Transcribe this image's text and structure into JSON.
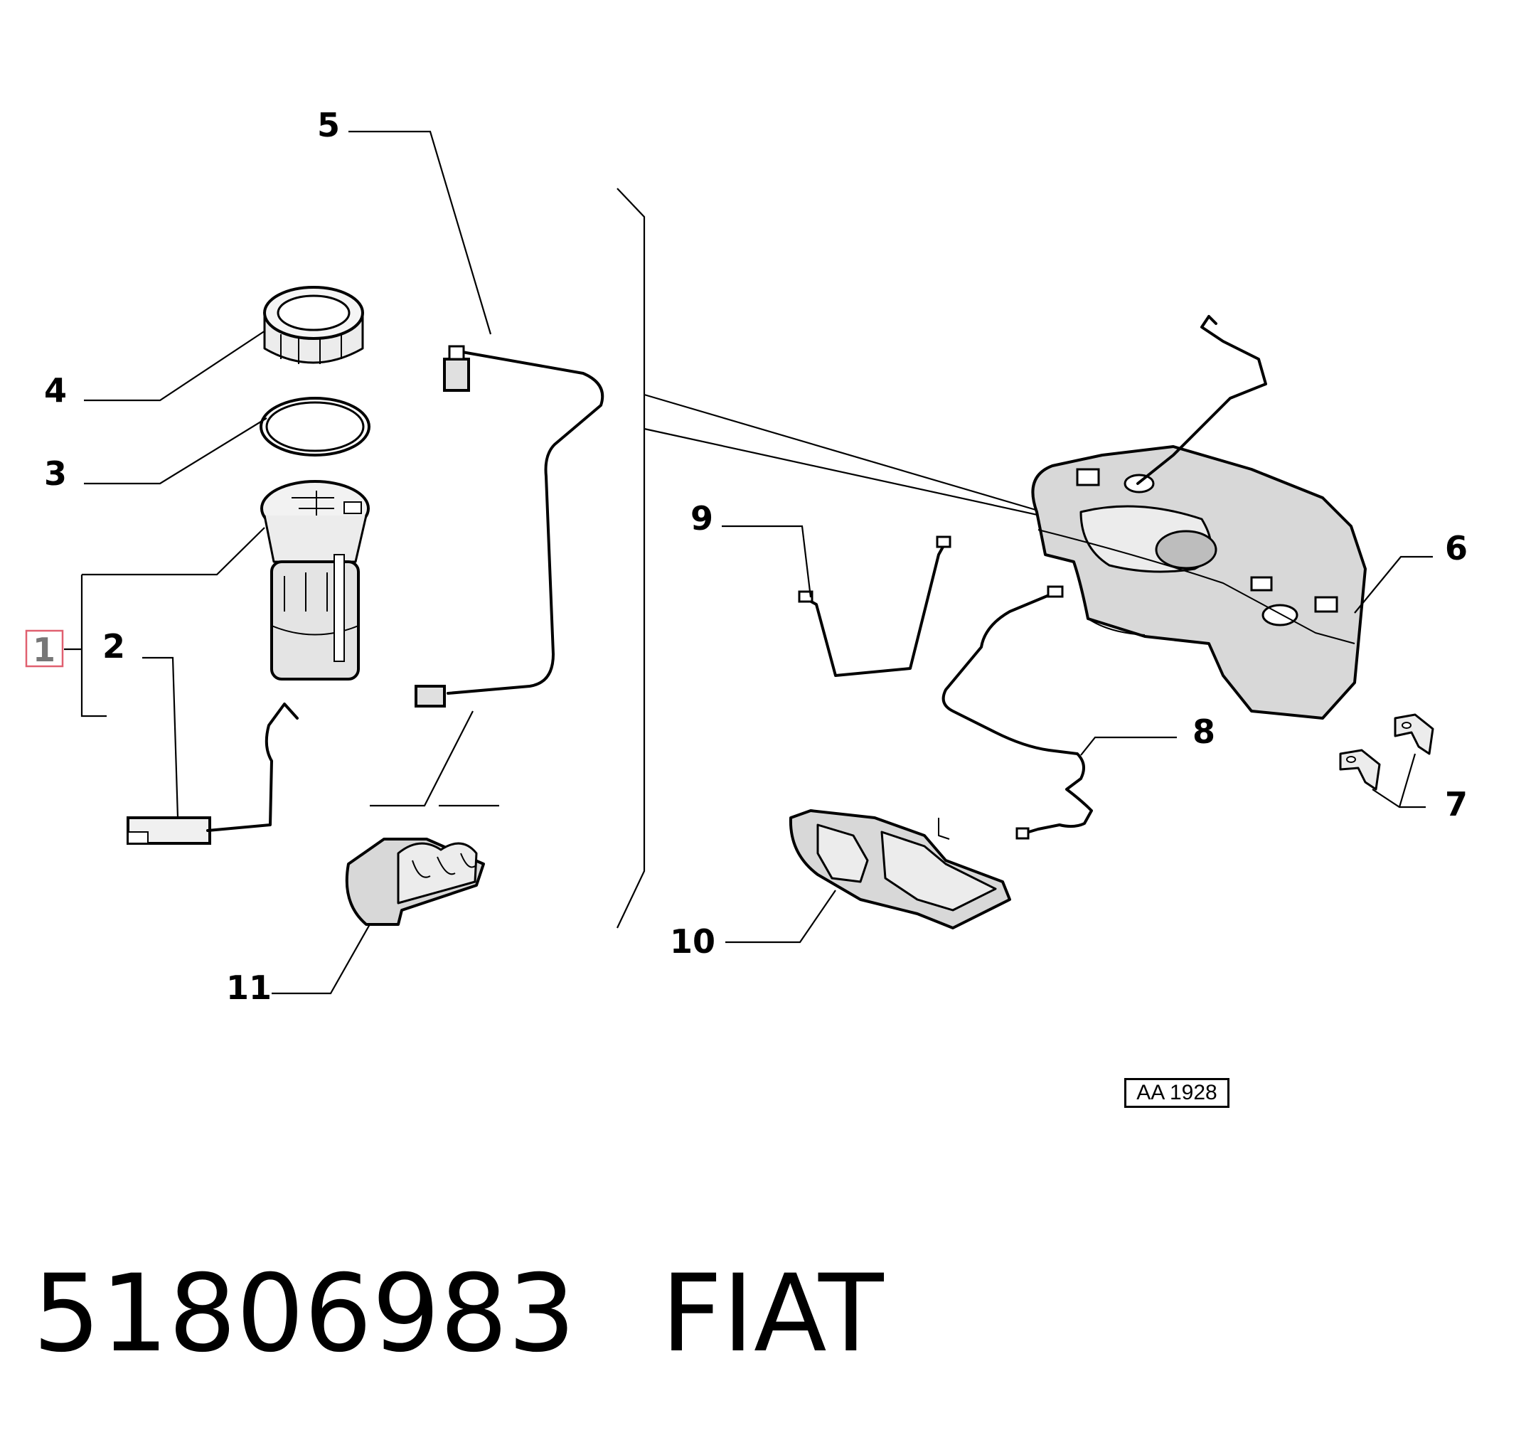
{
  "callouts": [
    "1",
    "2",
    "3",
    "4",
    "5",
    "6",
    "7",
    "8",
    "9",
    "10",
    "11"
  ],
  "highlight_color": "#e06070",
  "reference_code": "AA 1928",
  "footer": {
    "part_number": "51806983",
    "brand": "FIAT"
  }
}
